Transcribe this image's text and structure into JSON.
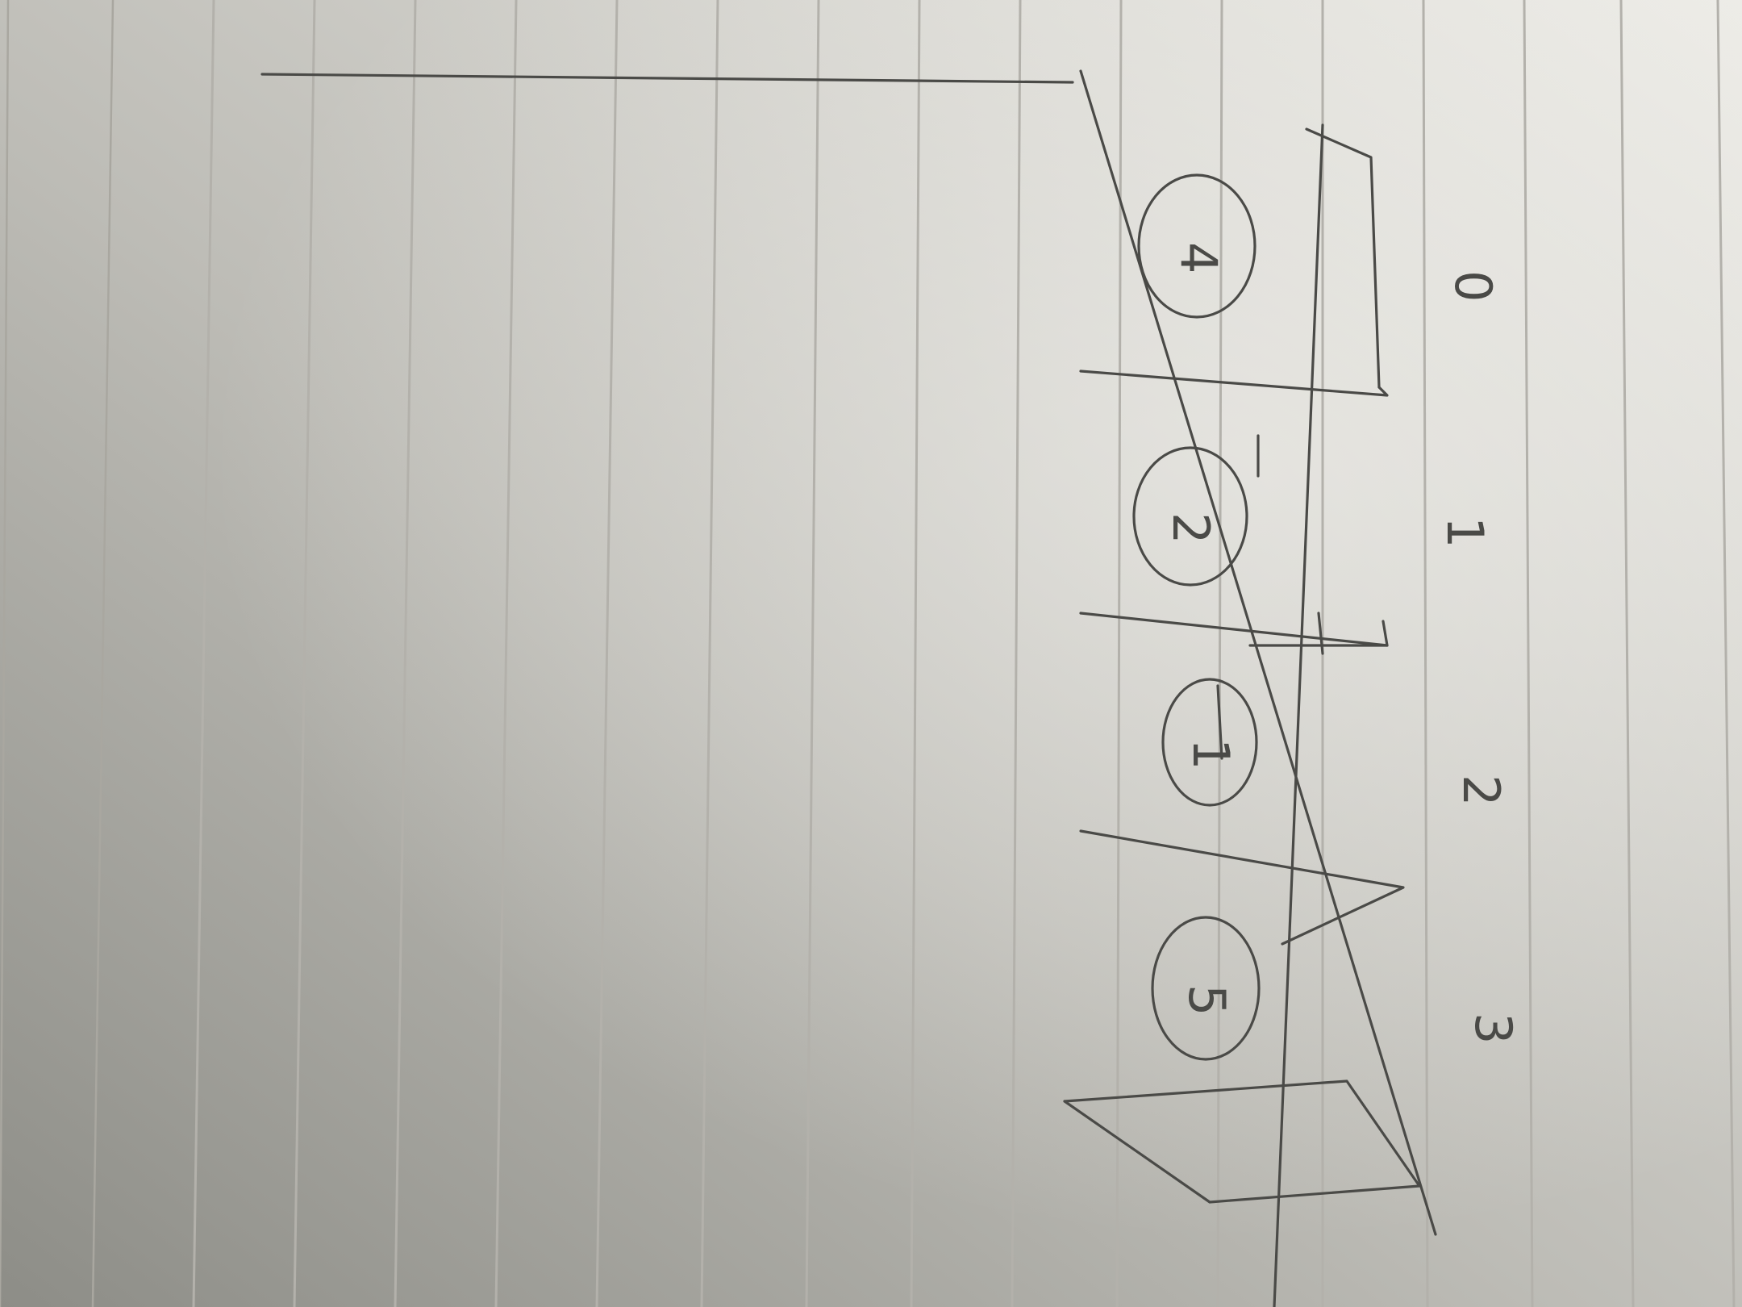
{
  "scene": {
    "subject": "pencil-sketch-on-lined-paper",
    "colors": {
      "paper_light": "#e9e8e3",
      "paper_shadow": "#8d8d87",
      "pencil": "#4a4a47",
      "ruling": "#b3b1ab"
    }
  },
  "column_labels": [
    "0",
    "1",
    "2",
    "3"
  ],
  "circled_numbers": [
    "4",
    "2",
    "1",
    "5"
  ]
}
